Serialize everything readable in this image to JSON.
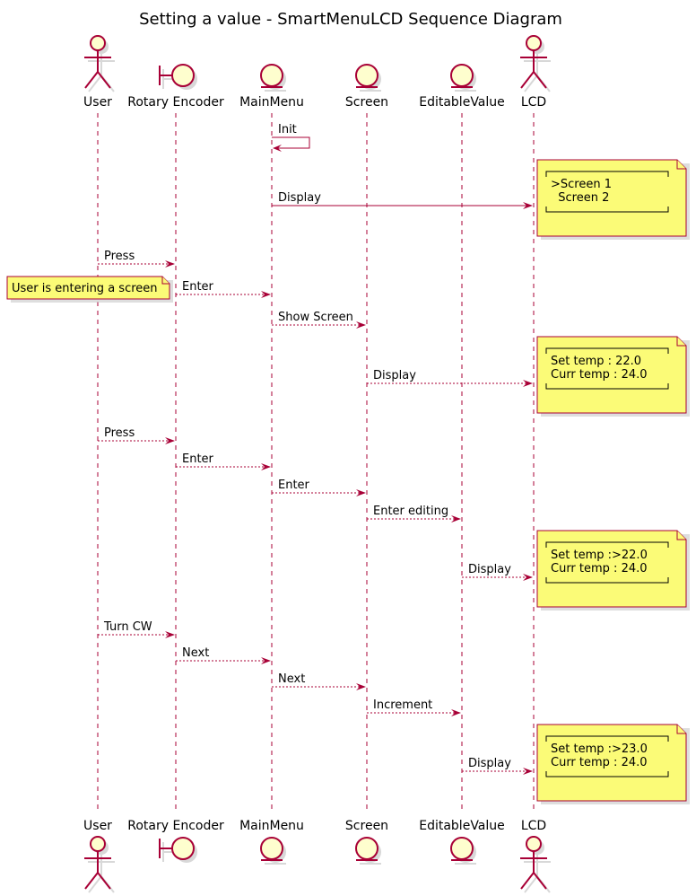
{
  "title": "Setting a value - SmartMenuLCD Sequence Diagram",
  "participants": [
    {
      "id": "user",
      "label": "User",
      "kind": "actor"
    },
    {
      "id": "rotary",
      "label": "Rotary Encoder",
      "kind": "boundary"
    },
    {
      "id": "mainmenu",
      "label": "MainMenu",
      "kind": "entity"
    },
    {
      "id": "screen",
      "label": "Screen",
      "kind": "entity"
    },
    {
      "id": "editable",
      "label": "EditableValue",
      "kind": "entity"
    },
    {
      "id": "lcd",
      "label": "LCD",
      "kind": "actor"
    }
  ],
  "messages": [
    {
      "from": "mainmenu",
      "to": "mainmenu",
      "label": "Init",
      "style": "solid"
    },
    {
      "from": "mainmenu",
      "to": "lcd",
      "label": "Display",
      "style": "solid"
    },
    {
      "from": "user",
      "to": "rotary",
      "label": "Press",
      "style": "dashed"
    },
    {
      "from": "rotary",
      "to": "mainmenu",
      "label": "Enter",
      "style": "dashed"
    },
    {
      "from": "mainmenu",
      "to": "screen",
      "label": "Show Screen",
      "style": "dashed"
    },
    {
      "from": "screen",
      "to": "lcd",
      "label": "Display",
      "style": "dashed"
    },
    {
      "from": "user",
      "to": "rotary",
      "label": "Press",
      "style": "dashed"
    },
    {
      "from": "rotary",
      "to": "mainmenu",
      "label": "Enter",
      "style": "dashed"
    },
    {
      "from": "mainmenu",
      "to": "screen",
      "label": "Enter",
      "style": "dashed"
    },
    {
      "from": "screen",
      "to": "editable",
      "label": "Enter editing",
      "style": "dashed"
    },
    {
      "from": "editable",
      "to": "lcd",
      "label": "Display",
      "style": "dashed"
    },
    {
      "from": "user",
      "to": "rotary",
      "label": "Turn CW",
      "style": "dashed"
    },
    {
      "from": "rotary",
      "to": "mainmenu",
      "label": "Next",
      "style": "dashed"
    },
    {
      "from": "mainmenu",
      "to": "screen",
      "label": "Next",
      "style": "dashed"
    },
    {
      "from": "screen",
      "to": "editable",
      "label": "Increment",
      "style": "dashed"
    },
    {
      "from": "editable",
      "to": "lcd",
      "label": "Display",
      "style": "dashed"
    }
  ],
  "lcd_notes": [
    {
      "lines": [
        ">Screen 1",
        "  Screen 2"
      ]
    },
    {
      "lines": [
        "Set temp : 22.0",
        "Curr temp : 24.0"
      ]
    },
    {
      "lines": [
        "Set temp :>22.0",
        "Curr temp : 24.0"
      ]
    },
    {
      "lines": [
        "Set temp :>23.0",
        "Curr temp : 24.0"
      ]
    }
  ],
  "side_note": "User is entering a screen",
  "colors": {
    "line": "#a80036",
    "participant_fill": "#fefece",
    "note_fill": "#fbfb77"
  }
}
